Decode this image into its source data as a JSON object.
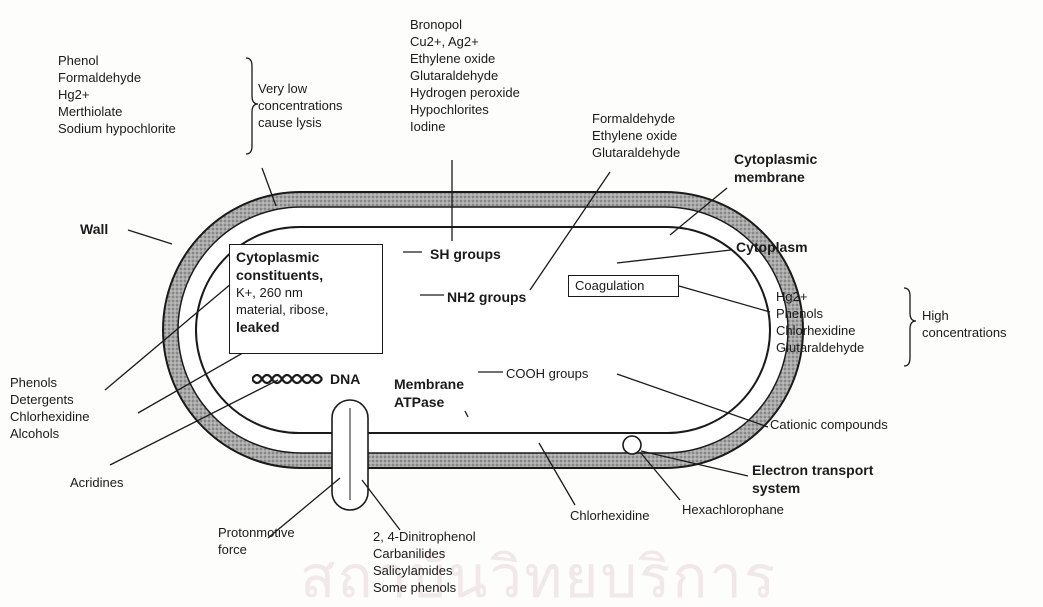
{
  "watermark": "สถาบันวิทยบริการ",
  "labels": {
    "lysis_agents": [
      "Phenol",
      "Formaldehyde",
      "Hg2+",
      "Merthiolate",
      "Sodium hypochlorite"
    ],
    "lysis_note": [
      "Very low",
      "concentrations",
      "cause lysis"
    ],
    "sh_agents": [
      "Bronopol",
      "Cu2+, Ag2+",
      "Ethylene oxide",
      "Glutaraldehyde",
      "Hydrogen peroxide",
      "Hypochlorites",
      "Iodine"
    ],
    "nh2_agents": [
      "Formaldehyde",
      "Ethylene oxide",
      "Glutaraldehyde"
    ],
    "cytoplasmic_membrane": [
      "Cytoplasmic",
      "membrane"
    ],
    "wall": "Wall",
    "cytoplasm": "Cytoplasm",
    "sh_groups": "SH groups",
    "nh2_groups": "NH2 groups",
    "coagulation": "Coagulation",
    "high_agents": [
      "Hg2+",
      "Phenols",
      "Chlorhexidine",
      "Glutaraldehyde"
    ],
    "high_note": [
      "High",
      "concentrations"
    ],
    "constituents": [
      "Cytoplasmic",
      "constituents,",
      "K+, 260 nm",
      "material, ribose,",
      "leaked"
    ],
    "leak_agents": [
      "Phenols",
      "Detergents",
      "Chlorhexidine",
      "Alcohols"
    ],
    "dna": "DNA",
    "cooh_groups": "COOH groups",
    "cationic": "Cationic compounds",
    "membrane_atpase": [
      "Membrane",
      "ATPase"
    ],
    "acridines": "Acridines",
    "electron_transport": [
      "Electron transport",
      "system"
    ],
    "hexachlorophane": "Hexachlorophane",
    "chlorhexidine": "Chlorhexidine",
    "protonmotive": [
      "Protonmotive",
      "force"
    ],
    "uncouplers": [
      "2, 4-Dinitrophenol",
      "Carbanilides",
      "Salicylamides",
      "Some phenols"
    ]
  }
}
